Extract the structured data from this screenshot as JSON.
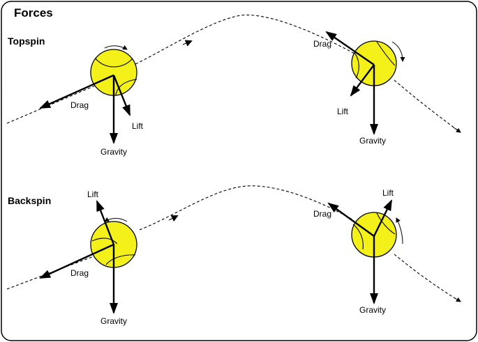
{
  "title": "Forces",
  "sections": {
    "topspin": "Topspin",
    "backspin": "Backspin"
  },
  "labels": {
    "drag": "Drag",
    "lift": "Lift",
    "gravity": "Gravity"
  },
  "colors": {
    "ball_fill": "#f4f01a",
    "line": "#000000",
    "border": "#000000",
    "background": "#ffffff"
  }
}
